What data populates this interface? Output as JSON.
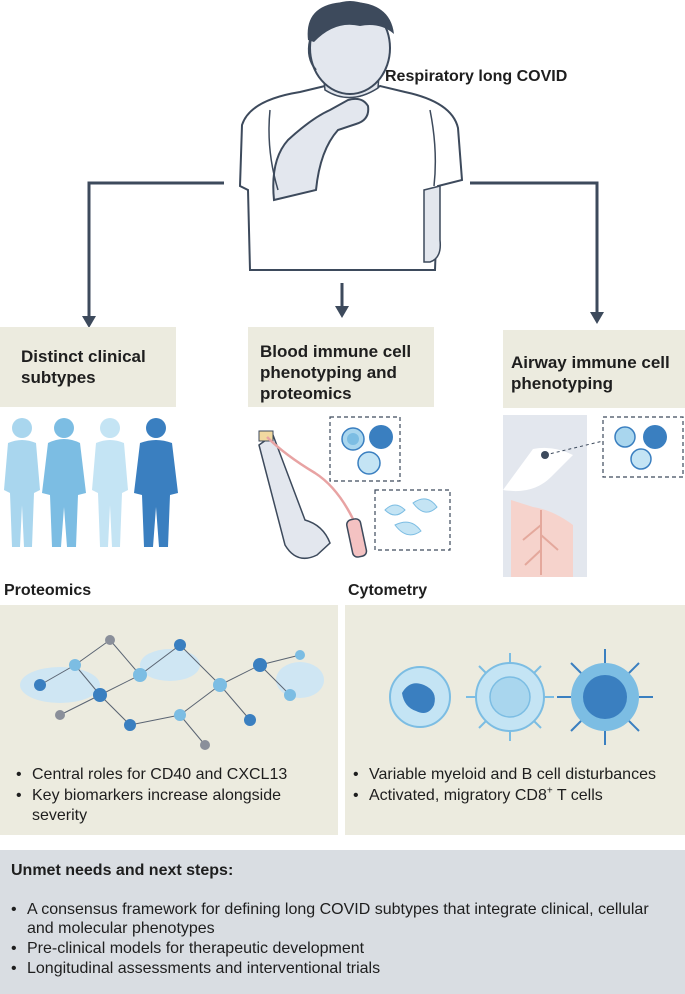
{
  "top": {
    "title": "Respiratory long COVID"
  },
  "branches": [
    {
      "label": "Distinct clinical subtypes"
    },
    {
      "label": "Blood immune cell phenotyping and proteomics"
    },
    {
      "label": "Airway immune cell phenotyping"
    }
  ],
  "proteomics": {
    "title": "Proteomics",
    "bullets": [
      "Central roles for CD40 and CXCL13",
      "Key biomarkers increase alongside severity"
    ]
  },
  "cytometry": {
    "title": "Cytometry",
    "bullets": [
      "Variable myeloid and B cell disturbances",
      "Activated, migratory CD8",
      "T cells"
    ],
    "superscript": "+"
  },
  "unmet": {
    "title": "Unmet needs and next steps:",
    "bullets": [
      "A consensus framework for defining long COVID subtypes that integrate clinical, cellular and molecular phenotypes",
      "Pre-clinical models for therapeutic development",
      "Longitudinal assessments and interventional trials"
    ]
  },
  "colors": {
    "panel": "#ecebdf",
    "bottom_panel": "#d9dde2",
    "arrow": "#3d4a5c",
    "blue_dark": "#3a7fc0",
    "blue_light": "#a9d6ee",
    "skin": "#e3e7ee"
  }
}
